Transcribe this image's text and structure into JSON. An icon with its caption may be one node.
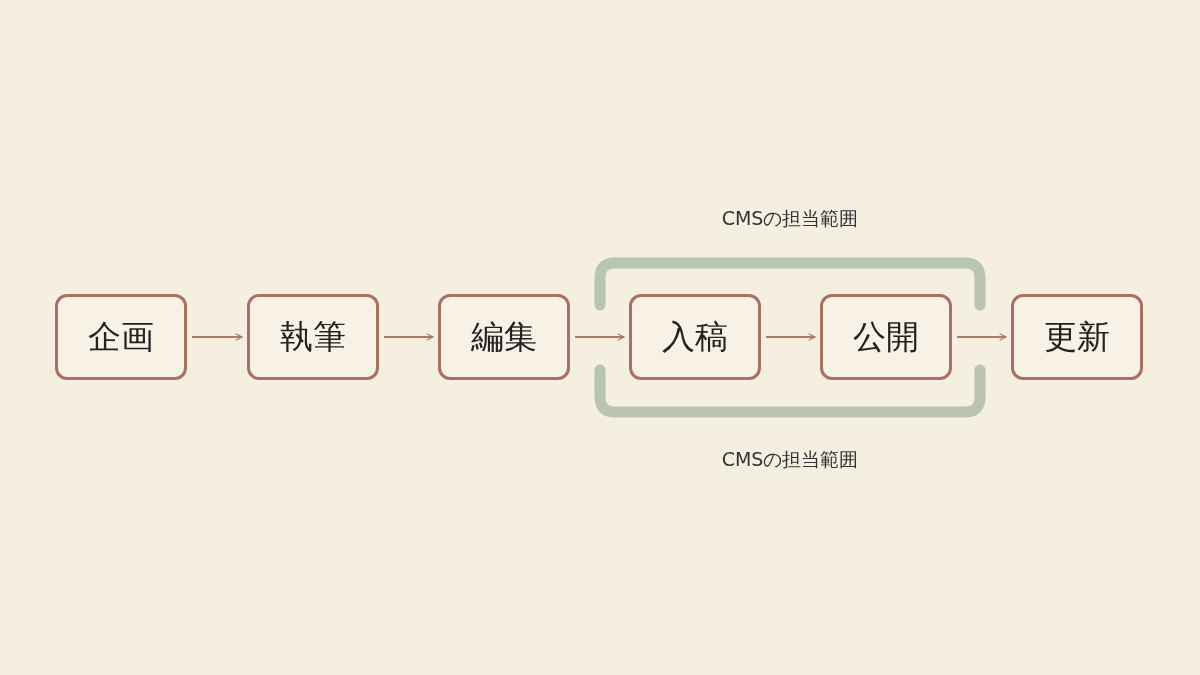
{
  "diagram": {
    "nodes": [
      {
        "text": [
          "企画"
        ]
      },
      {
        "text": [
          "執筆"
        ]
      },
      {
        "text": [
          "編集"
        ]
      },
      {
        "text": [
          "入稿"
        ]
      },
      {
        "text": [
          "公開"
        ]
      },
      {
        "text": [
          "更新"
        ]
      }
    ],
    "edges": [
      {
        "from": 0,
        "to": 1,
        "arrow": "to"
      },
      {
        "from": 1,
        "to": 2,
        "arrow": "to"
      },
      {
        "from": 2,
        "to": 3,
        "arrow": "to"
      },
      {
        "from": 3,
        "to": 4,
        "arrow": "to"
      },
      {
        "from": 4,
        "to": 5,
        "arrow": "to"
      }
    ],
    "labels": [
      "CMSの担当範囲",
      "CMSの担当範囲"
    ]
  }
}
